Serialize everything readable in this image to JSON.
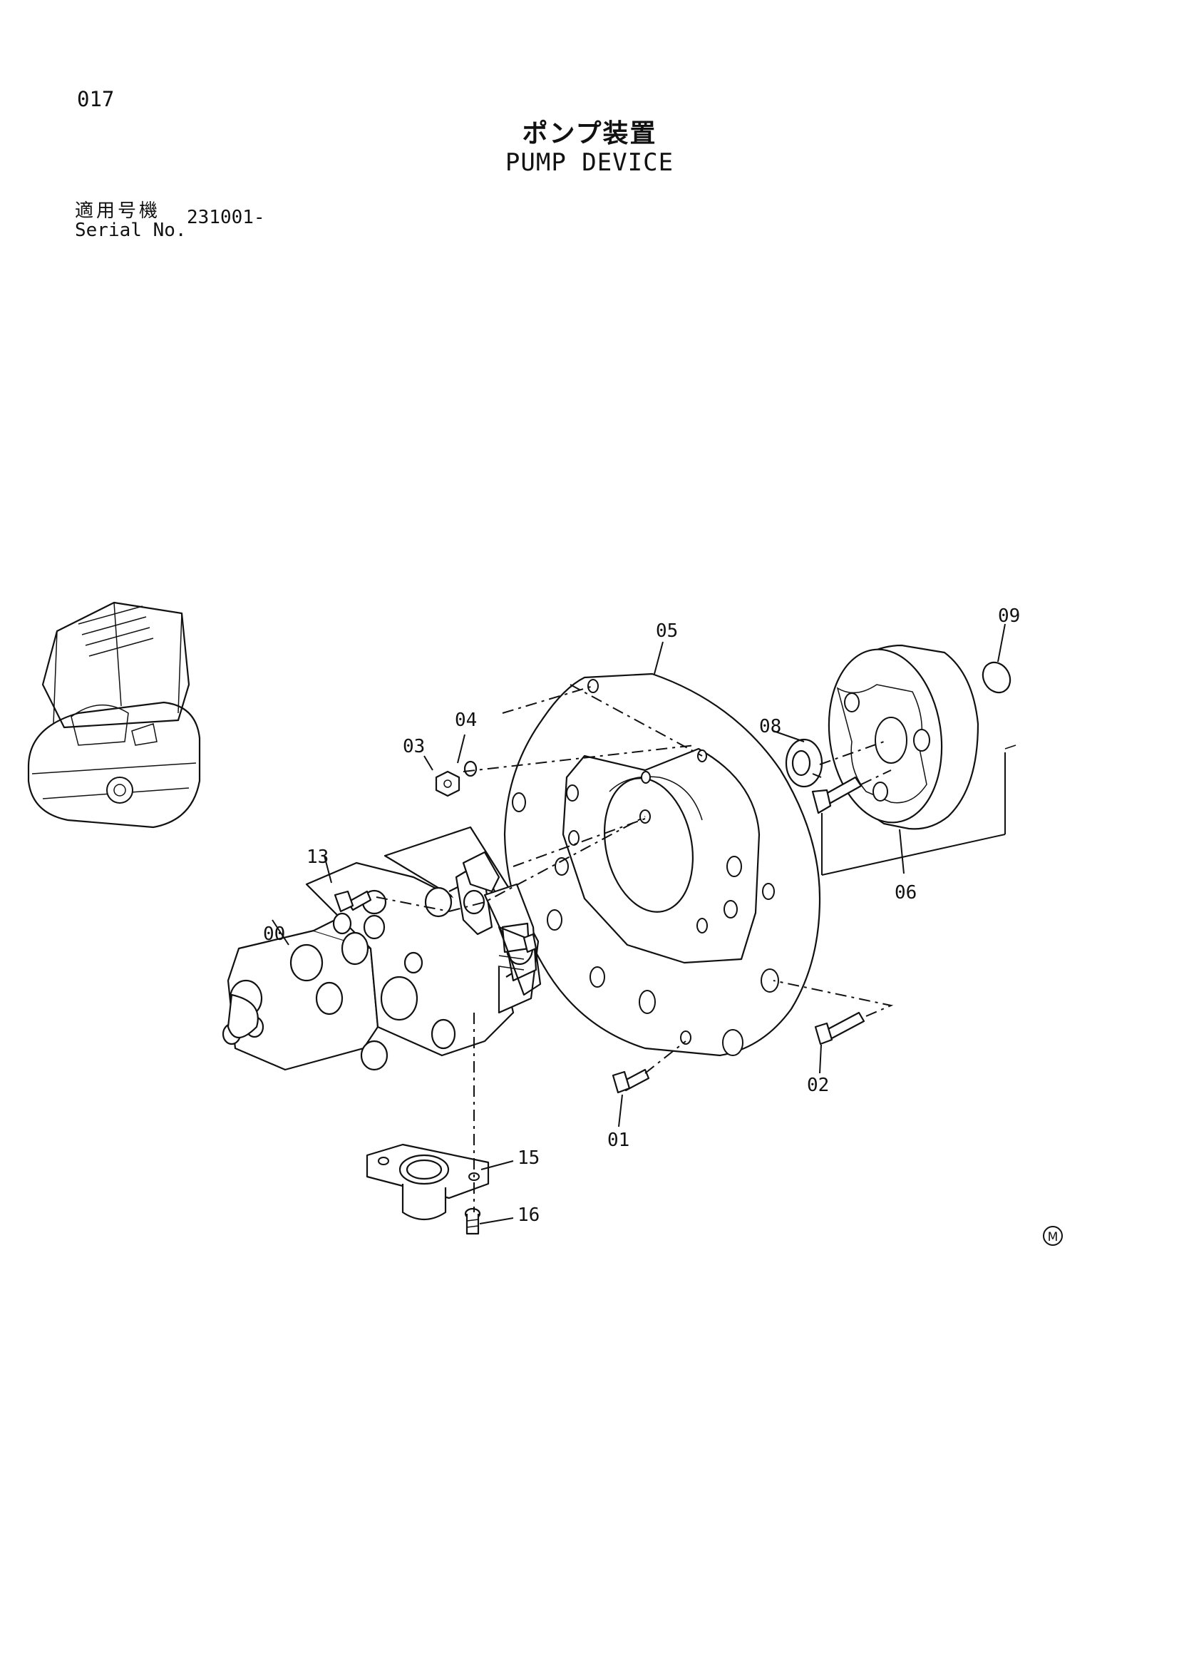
{
  "page": {
    "number": "017",
    "title_jp": "ポンプ装置",
    "title_en": "PUMP DEVICE",
    "serial_label_jp": "適用号機",
    "serial_label_en": "Serial No.",
    "serial_value": "231001-"
  },
  "callouts": [
    "00",
    "01",
    "02",
    "03",
    "04",
    "05",
    "06",
    "08",
    "09",
    "13",
    "15",
    "16"
  ],
  "mark": "M"
}
